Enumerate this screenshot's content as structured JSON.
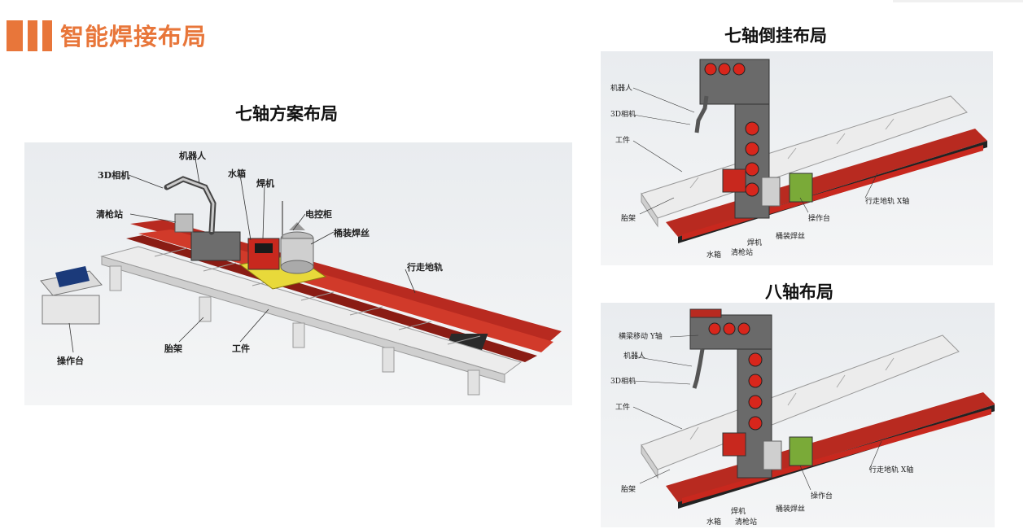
{
  "header": {
    "title": "智能焊接布局",
    "accent": "#e8763a"
  },
  "main_diagram": {
    "title": "七轴方案布局",
    "labels": {
      "robot": "机器人",
      "camera": "3D相机",
      "water_tank": "水箱",
      "welder": "焊机",
      "gun_cleaner": "清枪站",
      "cabinet": "电控柜",
      "barrel": "桶装焊丝",
      "rail": "行走地轨",
      "console": "操作台",
      "fixture": "胎架",
      "workpiece": "工件"
    }
  },
  "gantry_diagram": {
    "title": "七轴倒挂布局",
    "labels": {
      "robot": "机器人",
      "camera": "3D相机",
      "workpiece": "工件",
      "fixture": "胎架",
      "rail": "行走地轨 X轴",
      "console": "操作台",
      "water_tank": "水箱",
      "gun_cleaner": "清枪站",
      "welder": "焊机",
      "barrel": "桶装焊丝"
    }
  },
  "eight_axis_diagram": {
    "title": "八轴布局",
    "labels": {
      "y_axis": "横梁移动 Y轴",
      "robot": "机器人",
      "camera": "3D相机",
      "workpiece": "工件",
      "fixture": "胎架",
      "rail": "行走地轨 X轴",
      "console": "操作台",
      "water_tank": "水箱",
      "welder": "焊机",
      "gun_cleaner": "清枪站",
      "barrel": "桶装焊丝"
    }
  },
  "colors": {
    "rail_red": "#c8281e",
    "frame_grey": "#d9d9d9",
    "steel_dark": "#555555",
    "base_yellow": "#e8d93a"
  }
}
